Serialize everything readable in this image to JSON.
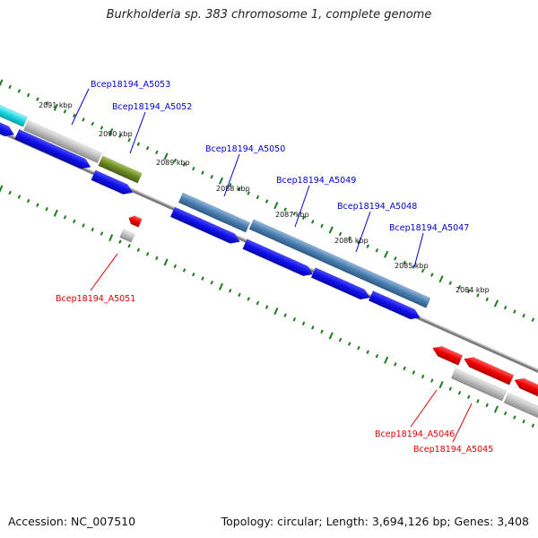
{
  "title": "Burkholderia sp. 383 chromosome 1, complete genome",
  "footer": {
    "accession": "Accession: NC_007510",
    "summary": "Topology: circular; Length: 3,694,126 bp; Genes: 3,408"
  },
  "colors": {
    "forward_label": "#0000cc",
    "reverse_label": "#dd0000",
    "cds_forward": "#1414e6",
    "cds_reverse": "#ee0000",
    "gene_steel": "#4a7eb0",
    "gene_gray": "#b8b8b8",
    "gene_olive": "#6b8a22",
    "gene_cyan": "#18d8e0",
    "backbone": "#7a7a7a",
    "tick": "#1e7a1e"
  },
  "ticks": [
    {
      "label": "2091 kbp"
    },
    {
      "label": "2090 kbp"
    },
    {
      "label": "2089 kbp"
    },
    {
      "label": "2088 kbp"
    },
    {
      "label": "2087 kbp"
    },
    {
      "label": "2086 kbp"
    },
    {
      "label": "2085 kbp"
    },
    {
      "label": "2084 kbp"
    }
  ],
  "genes": [
    {
      "label": "Bcep18194_A5053",
      "strand": "forward"
    },
    {
      "label": "Bcep18194_A5052",
      "strand": "forward"
    },
    {
      "label": "Bcep18194_A5050",
      "strand": "forward"
    },
    {
      "label": "Bcep18194_A5049",
      "strand": "forward"
    },
    {
      "label": "Bcep18194_A5048",
      "strand": "forward"
    },
    {
      "label": "Bcep18194_A5047",
      "strand": "forward"
    },
    {
      "label": "Bcep18194_A5051",
      "strand": "reverse"
    },
    {
      "label": "Bcep18194_A5046",
      "strand": "reverse"
    },
    {
      "label": "Bcep18194_A5045",
      "strand": "reverse"
    }
  ]
}
